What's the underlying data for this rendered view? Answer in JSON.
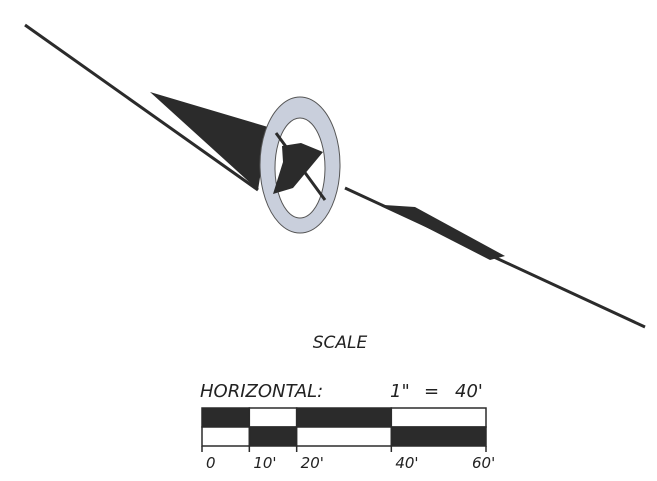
{
  "colors": {
    "ink": "#2b2b2b",
    "ring_fill": "#c9cfdc",
    "background": "#ffffff"
  },
  "scale": {
    "title": "SCALE",
    "horizontal_label": "HORIZONTAL:",
    "ratio_left": "1\"",
    "ratio_equals": "=",
    "ratio_right": "40'",
    "ticks": [
      {
        "label": "0",
        "feet": 0
      },
      {
        "label": "10'",
        "feet": 10
      },
      {
        "label": "20'",
        "feet": 20
      },
      {
        "label": "40'",
        "feet": 40
      },
      {
        "label": "60'",
        "feet": 60
      }
    ],
    "segment_breaks_feet": [
      0,
      10,
      20,
      40,
      60
    ],
    "top_row_dark": [
      true,
      false,
      true,
      false
    ],
    "bottom_row_dark": [
      false,
      true,
      false,
      true
    ]
  }
}
